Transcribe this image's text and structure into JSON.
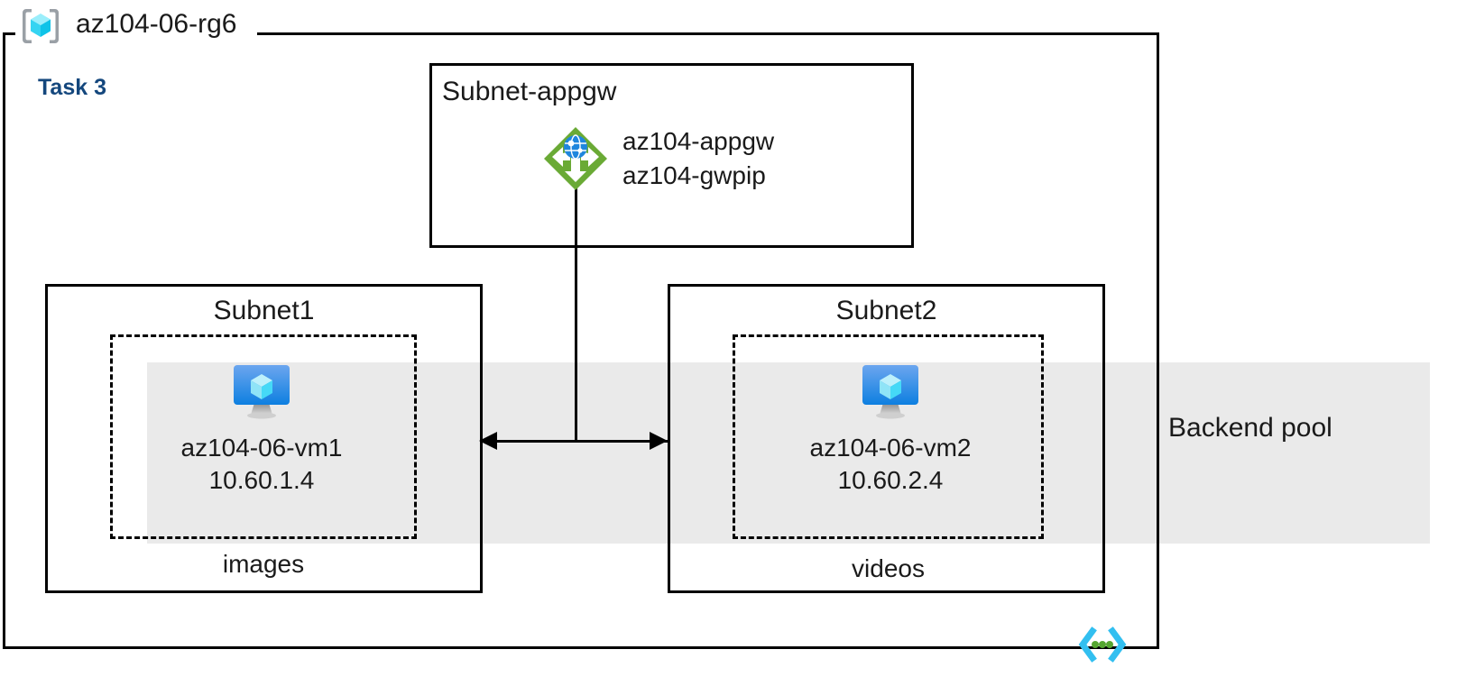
{
  "diagram": {
    "title": "az104-06-rg6",
    "task_label": "Task 3",
    "resource_group_icon": "resource-group-cube-icon",
    "code_badge_icon": "code-dots-icon",
    "colors": {
      "task_label": "#14477d",
      "backend_band": "#eaeaea",
      "border": "#000000",
      "appgw_diamond": "#6aaa35",
      "vm_monitor": "#1a8fe3",
      "rg_cube": "#50d9f5",
      "badge_chevron": "#32bff0",
      "badge_dots": "#55a630"
    }
  },
  "backend_pool": {
    "label": "Backend pool"
  },
  "subnets": {
    "appgw": {
      "title": "Subnet-appgw",
      "icon": "application-gateway-icon",
      "resources": [
        "az104-appgw",
        "az104-gwpip"
      ]
    },
    "subnet1": {
      "title": "Subnet1",
      "vm": {
        "icon": "virtual-machine-icon",
        "name": "az104-06-vm1",
        "ip": "10.60.1.4"
      },
      "caption": "images"
    },
    "subnet2": {
      "title": "Subnet2",
      "vm": {
        "icon": "virtual-machine-icon",
        "name": "az104-06-vm2",
        "ip": "10.60.2.4"
      },
      "caption": "videos"
    }
  }
}
